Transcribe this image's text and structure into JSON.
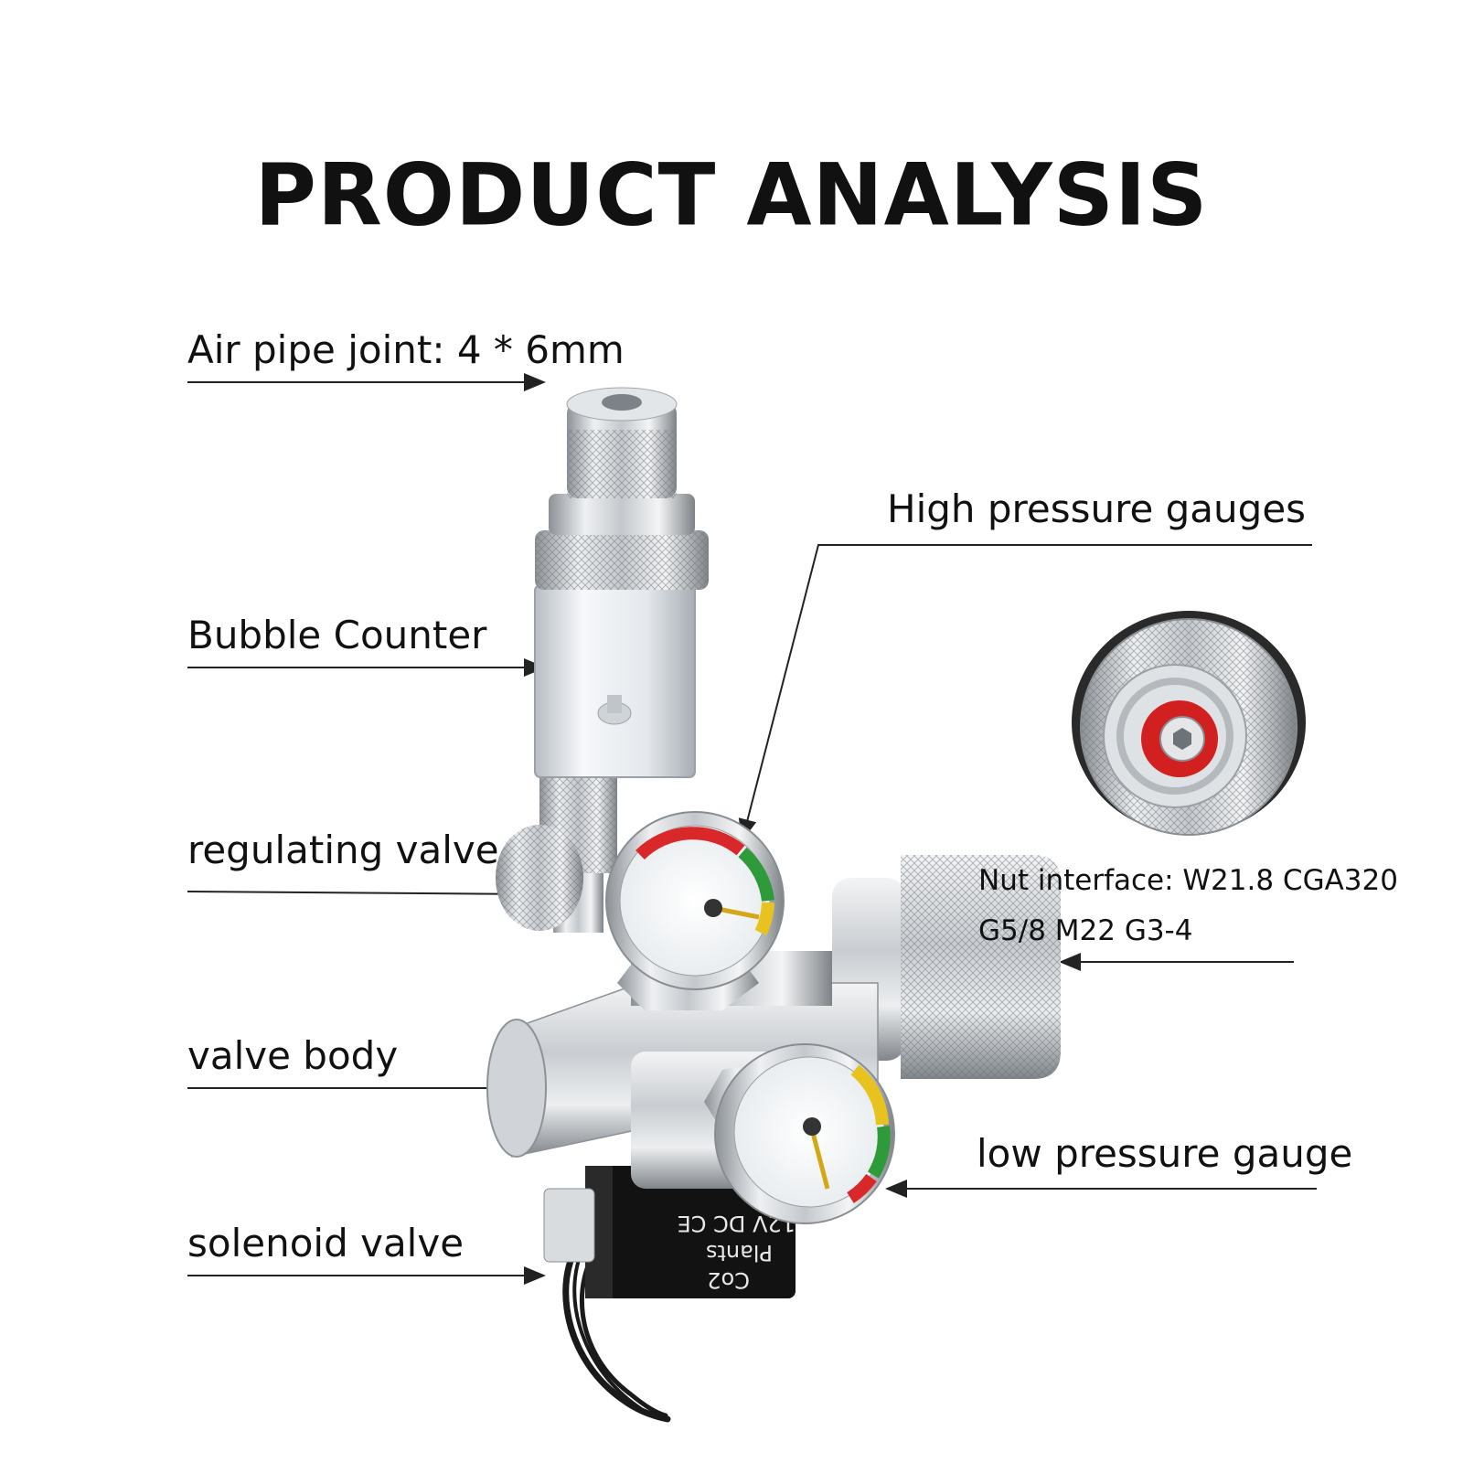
{
  "title": "PRODUCT ANALYSIS",
  "callouts": {
    "air_pipe_joint": "Air pipe joint: 4 * 6mm",
    "bubble_counter": "Bubble Counter",
    "regulating_valve": "regulating valve",
    "valve_body": "valve body",
    "solenoid_valve": "solenoid valve",
    "high_pressure_gauges": "High pressure gauges",
    "nut_interface_line1": "Nut interface: W21.8 CGA320",
    "nut_interface_line2": "G5/8 M22 G3-4",
    "low_pressure_gauge": "low pressure gauge"
  },
  "solenoid_print": {
    "line1": "Co2",
    "line2": "Plants",
    "line3": "12V DC CE"
  },
  "colors": {
    "metal_light": "#e6e8ea",
    "metal_dark": "#8c9196",
    "gauge_red": "#d8282a",
    "gauge_yellow": "#e8c21e",
    "gauge_green": "#2e9a3a",
    "seal_red": "#d21f1f",
    "solenoid_black": "#111111"
  }
}
